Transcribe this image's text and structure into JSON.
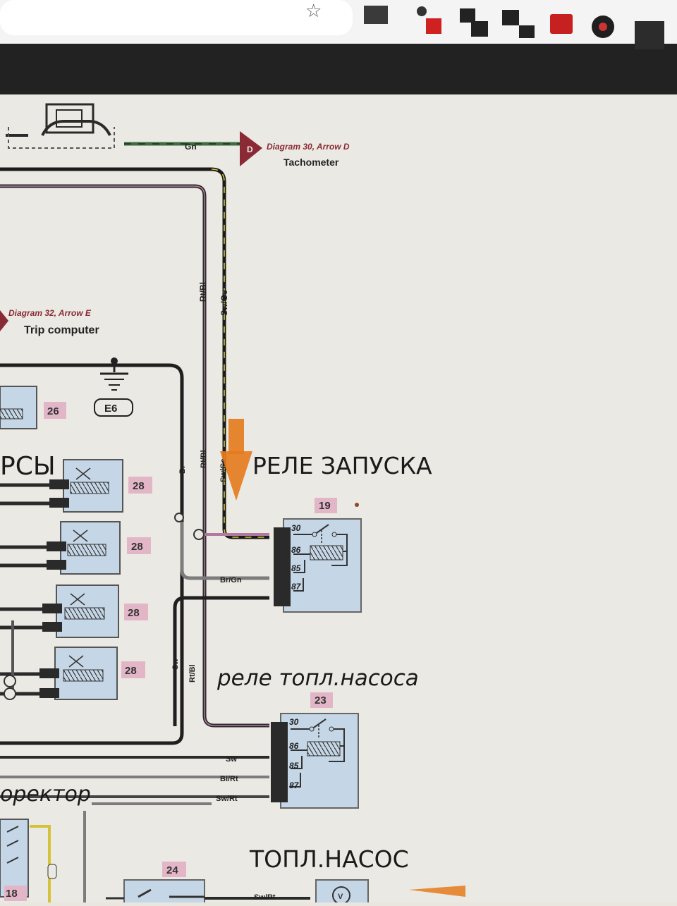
{
  "browser": {
    "star_icon": "star-icon",
    "extensions": [
      "puzzle-icon",
      "moon-icon",
      "red-square-icon",
      "copy-icon",
      "abc-icon",
      "bag-icon",
      "record-icon",
      "printer-icon"
    ]
  },
  "diagram": {
    "top_wire_label": "Gn",
    "top_arrow_ref": "Diagram 30, Arrow D",
    "top_arrow_target": "Tachometer",
    "left_arrow_ref": "Diagram 32, Arrow E",
    "left_arrow_target": "Trip computer",
    "ground_label": "E6",
    "wire_rtbl_1": "Rt/Bl",
    "wire_swge_1": "Sw/Ge",
    "wire_rtbl_2": "Rt/Bl",
    "wire_swge_2": "Sw/Ge",
    "wire_br": "Br",
    "wire_brgn": "Br/Gn",
    "wire_sw_vert": "Sw",
    "wire_rtbl_3": "Rt/Bl",
    "wire_sw_h": "Sw",
    "wire_blrt": "Bl/Rt",
    "wire_swrt": "Sw/Rt",
    "wire_swrt_bottom": "Sw/Rt",
    "injector_refs": [
      "26",
      "28",
      "28",
      "28",
      "28"
    ],
    "relay1": {
      "ref": "19",
      "pins": [
        "30",
        "86",
        "85",
        "87"
      ]
    },
    "relay2": {
      "ref": "23",
      "pins": [
        "30",
        "86",
        "85",
        "87"
      ]
    },
    "bottom_ref_24": "24",
    "bottom_ref_18": "18"
  },
  "annotations": {
    "injectors": "РСЫ",
    "start_relay": "РЕЛЕ ЗАПУСКА",
    "fuel_pump_relay": "реле топл.насоса",
    "corrector": "оректор",
    "fuel_pump": "ТОПЛ.НАСОС"
  },
  "colors": {
    "paper": "#e9e6df",
    "wire_dark": "#2a2a2a",
    "wire_pink": "#b07aa0",
    "wire_gray": "#7c7c7c",
    "wire_green": "#3f6d3f",
    "wire_yellow": "#d6c23a",
    "arrow_red": "#8a2a35",
    "ref_pink": "#e3b6c7",
    "component_fill": "#c5d6e6",
    "annotation_orange": "#e57a1c"
  }
}
